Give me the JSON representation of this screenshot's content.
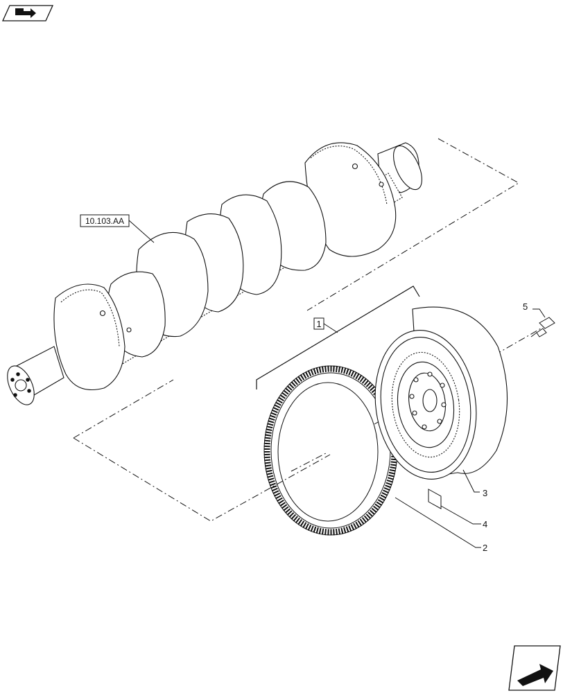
{
  "callouts": {
    "ref_assembly": "10.103.AA",
    "group": "1",
    "ring_gear": "2",
    "flywheel": "3",
    "label_decal": "4",
    "bolt": "5"
  },
  "icons": {
    "top_left": "book-arrow-icon",
    "bottom_right": "next-page-arrow-icon"
  },
  "colors": {
    "line": "#111111",
    "background": "#ffffff"
  }
}
